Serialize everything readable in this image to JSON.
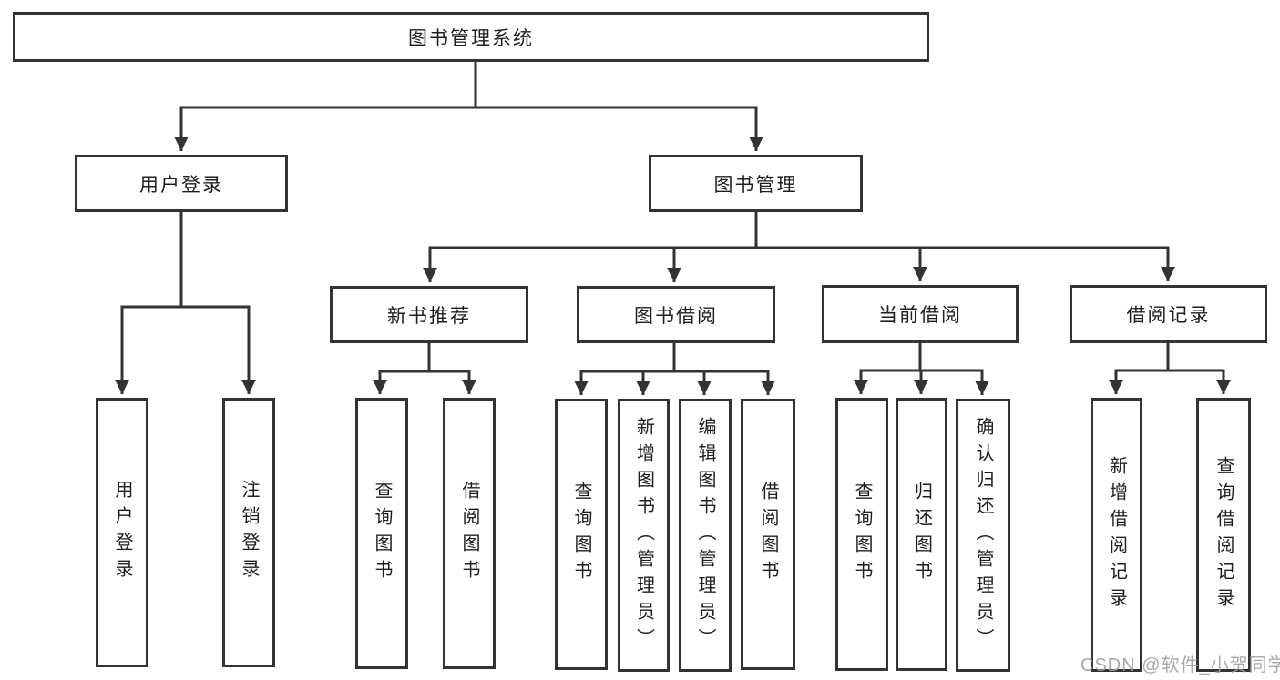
{
  "title": "图书管理系统",
  "nodes": {
    "root": "图书管理系统",
    "user_login": "用户登录",
    "book_management": "图书管理",
    "new_book_recommend": "新书推荐",
    "book_borrowing": "图书借阅",
    "current_borrowing": "当前借阅",
    "borrowing_records": "借阅记录",
    "leaf_user_login": "用户登录",
    "leaf_logout": "注销登录",
    "nbr_query_books": "查询图书",
    "nbr_borrow_books": "借阅图书",
    "bb_query_books": "查询图书",
    "bb_add_books_admin": "新增图书（管理员）",
    "bb_edit_books_admin": "编辑图书（管理员）",
    "bb_borrow_books": "借阅图书",
    "cb_query_books": "查询图书",
    "cb_return_books": "归还图书",
    "cb_confirm_return_admin": "确认归还（管理员）",
    "br_add_record": "新增借阅记录",
    "br_query_record": "查询借阅记录"
  },
  "tree": {
    "图书管理系统": {
      "用户登录": [
        "用户登录",
        "注销登录"
      ],
      "图书管理": {
        "新书推荐": [
          "查询图书",
          "借阅图书"
        ],
        "图书借阅": [
          "查询图书",
          "新增图书（管理员）",
          "编辑图书（管理员）",
          "借阅图书"
        ],
        "当前借阅": [
          "查询图书",
          "归还图书",
          "确认归还（管理员）"
        ],
        "借阅记录": [
          "新增借阅记录",
          "查询借阅记录"
        ]
      }
    }
  },
  "watermark": "CSDN @软件_小贺同学",
  "colors": {
    "line": "#333333",
    "box_border": "#333333",
    "text": "#1f1f1f",
    "watermark": "#9e9e9e",
    "background": "#ffffff"
  }
}
